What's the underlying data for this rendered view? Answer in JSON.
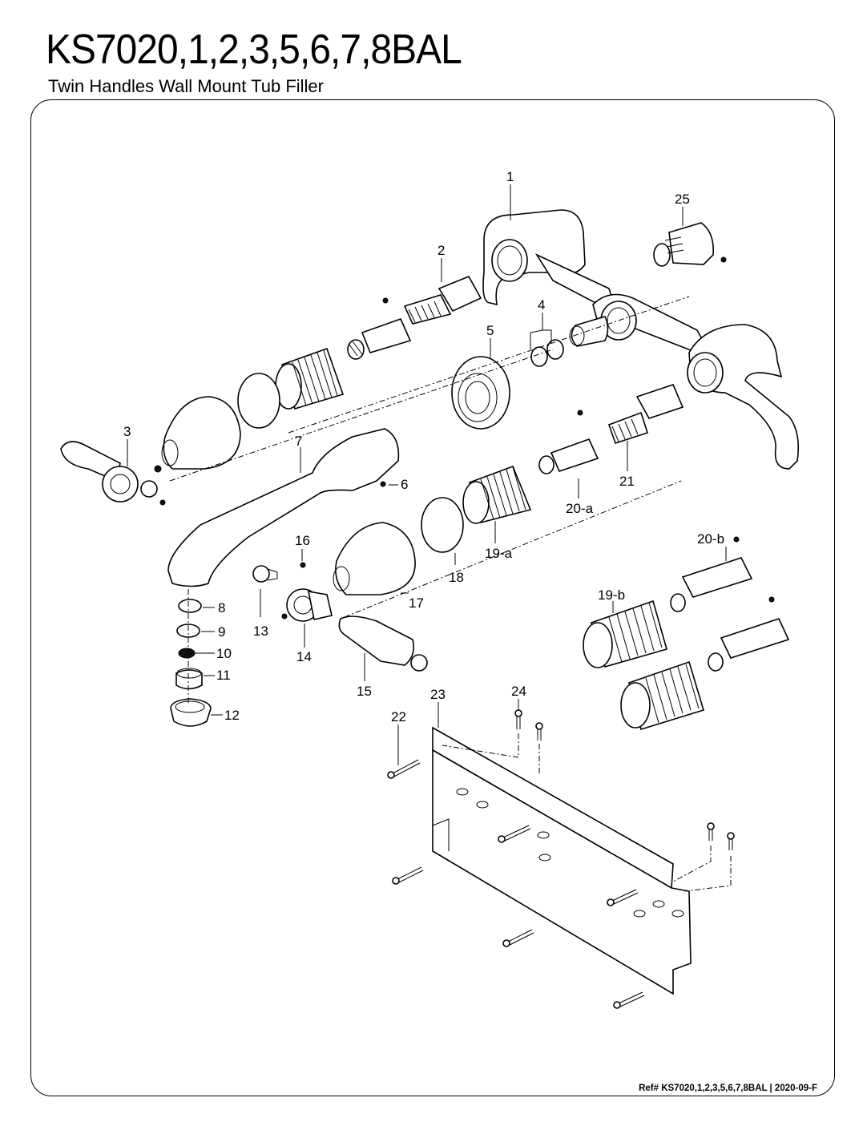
{
  "header": {
    "title": "KS7020,1,2,3,5,6,7,8BAL",
    "subtitle": "Twin Handles Wall Mount Tub Filler"
  },
  "callouts": {
    "c1": "1",
    "c2": "2",
    "c3": "3",
    "c4": "4",
    "c5": "5",
    "c6": "6",
    "c7": "7",
    "c8": "8",
    "c9": "9",
    "c10": "10",
    "c11": "11",
    "c12": "12",
    "c13": "13",
    "c14": "14",
    "c15": "15",
    "c16": "16",
    "c17": "17",
    "c18": "18",
    "c19a": "19-a",
    "c19b": "19-b",
    "c20a": "20-a",
    "c20b": "20-b",
    "c21": "21",
    "c22": "22",
    "c23": "23",
    "c24": "24",
    "c25": "25"
  },
  "footer": {
    "ref": "Ref# KS7020,1,2,3,5,6,7,8BAL | 2020-09-F"
  }
}
